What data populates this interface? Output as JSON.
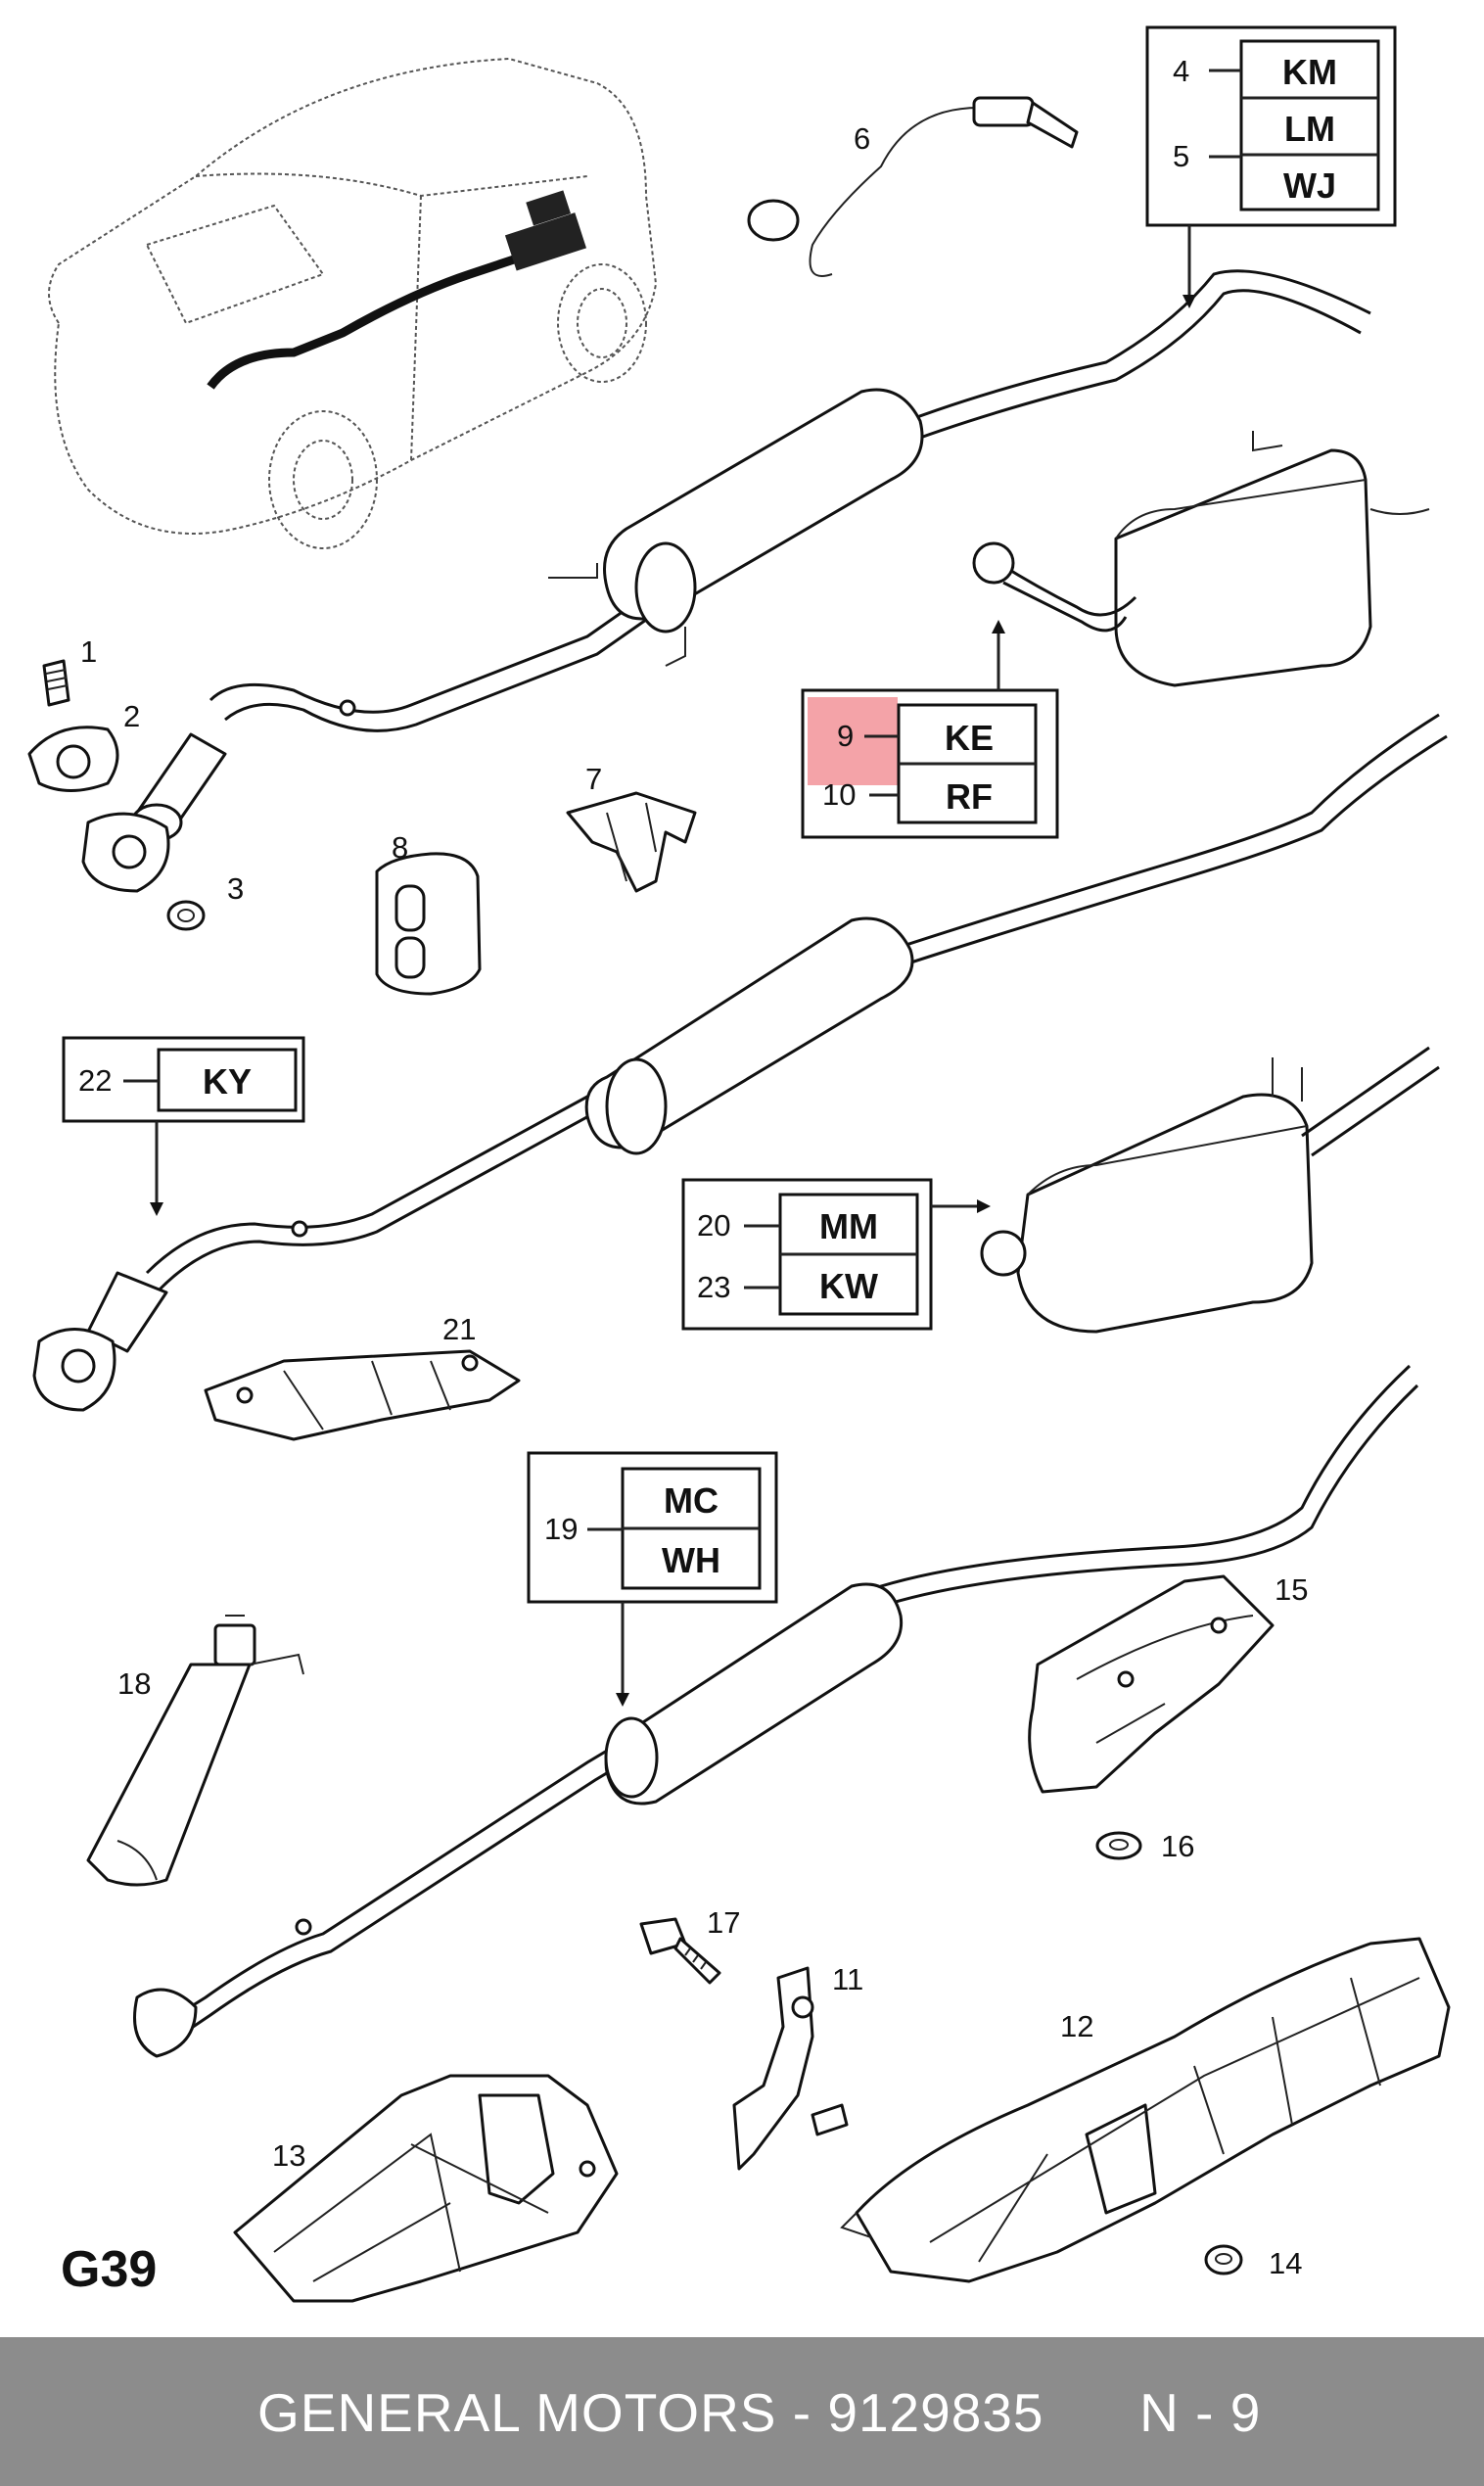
{
  "diagram_code": "G39",
  "footer": {
    "text": "GENERAL MOTORS - 9129835      N - 9",
    "background": "#8c8c8c"
  },
  "highlight_color": "#f4a3a8",
  "callouts": {
    "c1": "1",
    "c2": "2",
    "c3": "3",
    "c6": "6",
    "c7": "7",
    "c8": "8",
    "c11": "11",
    "c12": "12",
    "c13": "13",
    "c14": "14",
    "c15": "15",
    "c16": "16",
    "c17": "17",
    "c18": "18",
    "c21": "21"
  },
  "code_boxes": {
    "box_4_5": {
      "rows": [
        {
          "number": "4",
          "code": "KM"
        },
        {
          "number": "",
          "code": "LM"
        },
        {
          "number": "5",
          "code": "WJ"
        }
      ]
    },
    "box_9_10": {
      "rows": [
        {
          "number": "9",
          "code": "KE"
        },
        {
          "number": "10",
          "code": "RF"
        }
      ]
    },
    "box_22": {
      "rows": [
        {
          "number": "22",
          "code": "KY"
        }
      ]
    },
    "box_20_23": {
      "rows": [
        {
          "number": "20",
          "code": "MM"
        },
        {
          "number": "23",
          "code": "KW"
        }
      ]
    },
    "box_19": {
      "rows": [
        {
          "number": "",
          "code": "MC"
        },
        {
          "number": "19",
          "code": "WH"
        }
      ]
    }
  }
}
